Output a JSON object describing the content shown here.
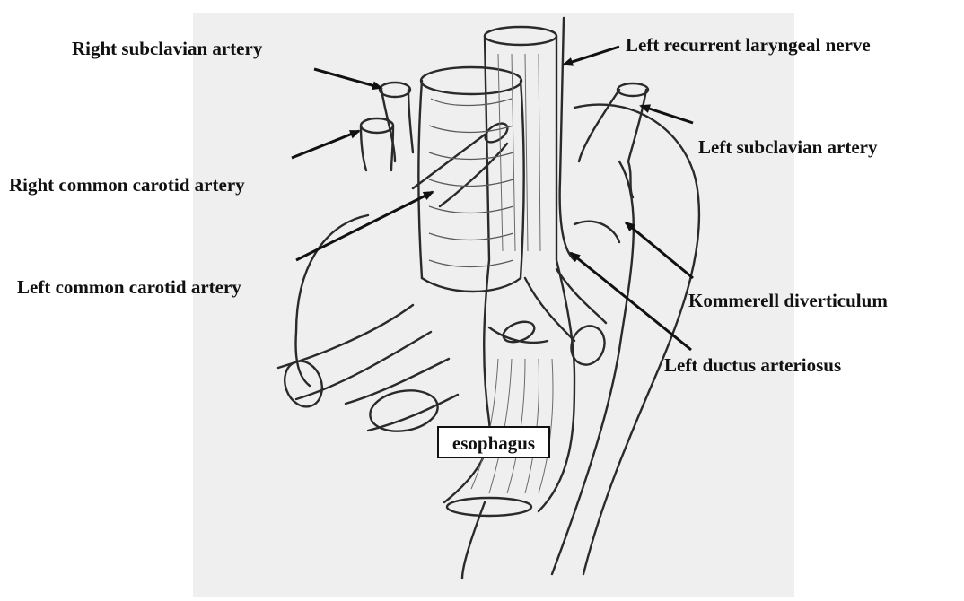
{
  "labels": {
    "right_subclavian": "Right subclavian artery",
    "right_common_carotid": "Right common carotid artery",
    "left_common_carotid": "Left common carotid artery",
    "left_recurrent_laryngeal": "Left recurrent laryngeal nerve",
    "left_subclavian": "Left subclavian artery",
    "kommerell": "Kommerell diverticulum",
    "left_ductus": "Left ductus arteriosus",
    "esophagus": "esophagus"
  },
  "colors": {
    "paper": "#efefef",
    "ink": "#2a2a2a",
    "hatch": "#5a5a5a"
  }
}
